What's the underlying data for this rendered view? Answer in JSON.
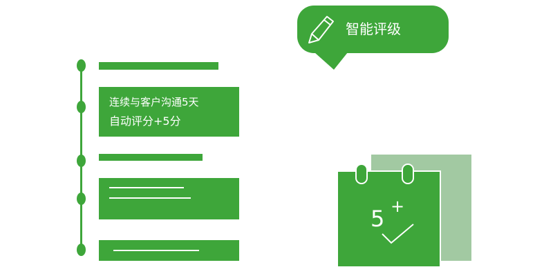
{
  "bubble": {
    "label": "智能评级",
    "icon": "pencil-icon"
  },
  "card": {
    "line1": "连续与客户沟通5天",
    "line2": "自动评分+5分"
  },
  "calendar": {
    "number": "5",
    "plus": "+",
    "icon": "calendar-check-icon"
  },
  "colors": {
    "primary": "#3ea63a",
    "secondary": "#a2c9a2"
  }
}
